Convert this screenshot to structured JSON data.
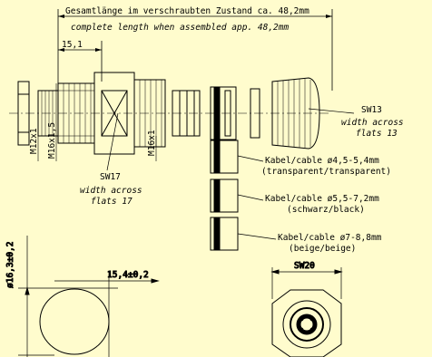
{
  "dimensions": {
    "overall_de": "Gesamtlänge im verschraubten Zustand ca. 48,2mm",
    "overall_en": "complete length when assembled app. 48,2mm",
    "len_15_1": "15,1",
    "thread_m12": "M12x1",
    "thread_m16_a": "M16x1,5",
    "thread_m16_b": "M16x1",
    "dia_16_3": "ø16,3±0,2",
    "len_15_4": "15,4±0,2",
    "sw20": "SW20"
  },
  "callouts": {
    "sw17": {
      "title": "SW17",
      "line1": "width across",
      "line2": "flats 17"
    },
    "sw13": {
      "title": "SW13",
      "line1": "width across",
      "line2": "flats 13"
    },
    "cable1": {
      "line1": "Kabel/cable ø4,5-5,4mm",
      "line2": "(transparent/transparent)"
    },
    "cable2": {
      "line1": "Kabel/cable ø5,5-7,2mm",
      "line2": "(schwarz/black)"
    },
    "cable3": {
      "line1": "Kabel/cable ø7-8,8mm",
      "line2": "(beige/beige)"
    }
  },
  "colors": {
    "background": "#fffccd",
    "line": "#000000"
  }
}
